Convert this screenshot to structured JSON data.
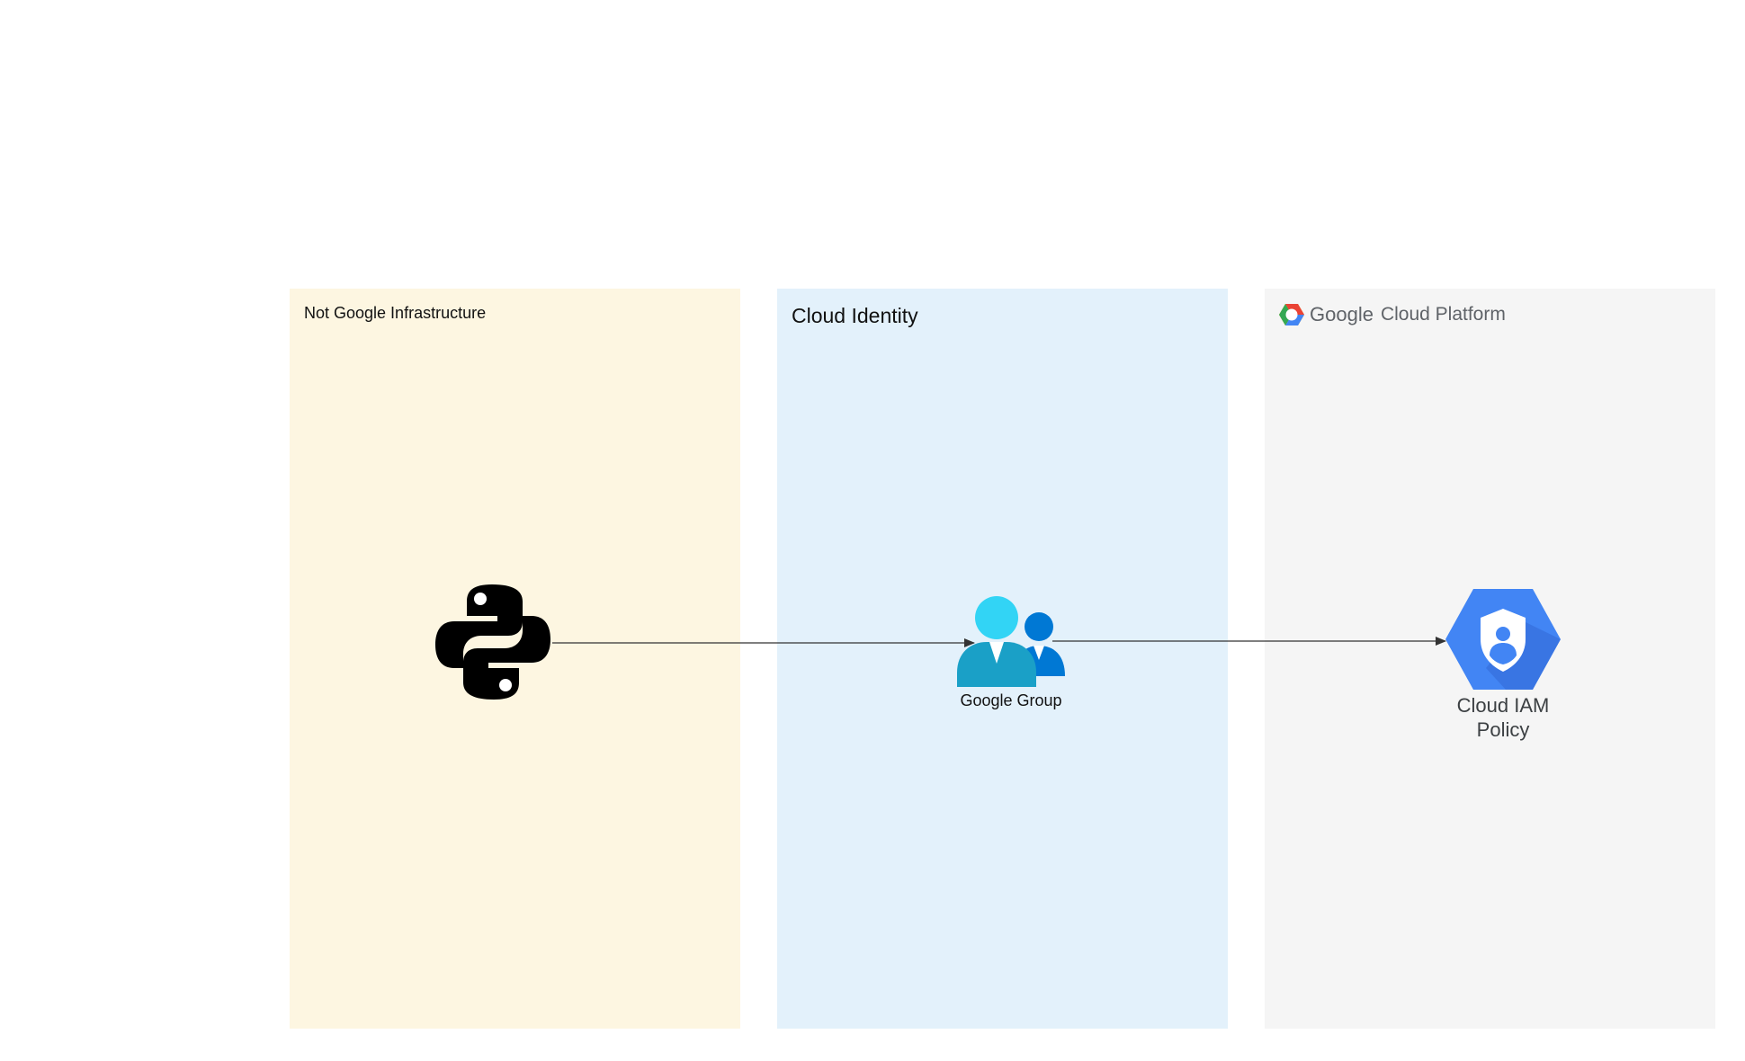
{
  "zones": {
    "not_google": {
      "title": "Not Google Infrastructure"
    },
    "cloud_identity": {
      "title": "Cloud Identity"
    },
    "gcp": {
      "brand_part1": "Google",
      "brand_part2": "Cloud Platform"
    }
  },
  "nodes": {
    "python": {
      "icon": "python-logo-icon"
    },
    "group": {
      "icon": "google-group-icon",
      "label": "Google Group"
    },
    "iam": {
      "icon": "cloud-iam-icon",
      "label_line1": "Cloud IAM",
      "label_line2": "Policy"
    }
  },
  "colors": {
    "not_google_zone": "#fdf6e1",
    "cloud_identity_zone": "#e3f1fb",
    "gcp_zone": "#f5f5f5",
    "iam_blue": "#4285f4",
    "group_cyan": "#32d4f5",
    "group_blue": "#0078d4",
    "connector": "#333333"
  }
}
